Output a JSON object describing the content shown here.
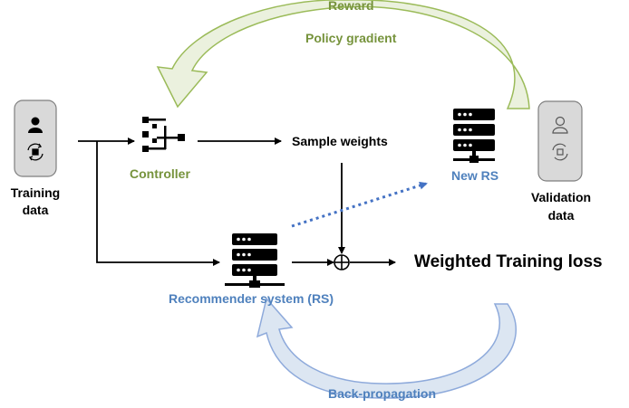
{
  "labels": {
    "reward": "Reward",
    "policy_gradient": "Policy gradient",
    "training_data": "Training\ndata",
    "controller": "Controller",
    "sample_weights": "Sample weights",
    "new_rs": "New RS",
    "validation_data": "Validation\ndata",
    "recommender_system": "Recommender system (RS)",
    "weighted_training_loss": "Weighted Training loss",
    "back_propagation": "Back-propagation"
  },
  "colors": {
    "green_text": "#76933c",
    "green_arrow_fill": "#ebf1de",
    "green_arrow_stroke": "#9bbb59",
    "blue_text": "#4f81bd",
    "blue_arrow_fill": "#dce6f2",
    "blue_arrow_stroke": "#8eaadb",
    "data_card_fill": "#d9d9d9",
    "data_card_stroke": "#7f7f7f"
  },
  "icons": {
    "training_card": [
      "user-icon",
      "recycle-cube-icon"
    ],
    "validation_card": [
      "user-outline-icon",
      "recycle-cube-icon"
    ],
    "controller": "hierarchy-network-icon",
    "servers": "server-rack-icon",
    "combine": "circled-plus-icon"
  }
}
